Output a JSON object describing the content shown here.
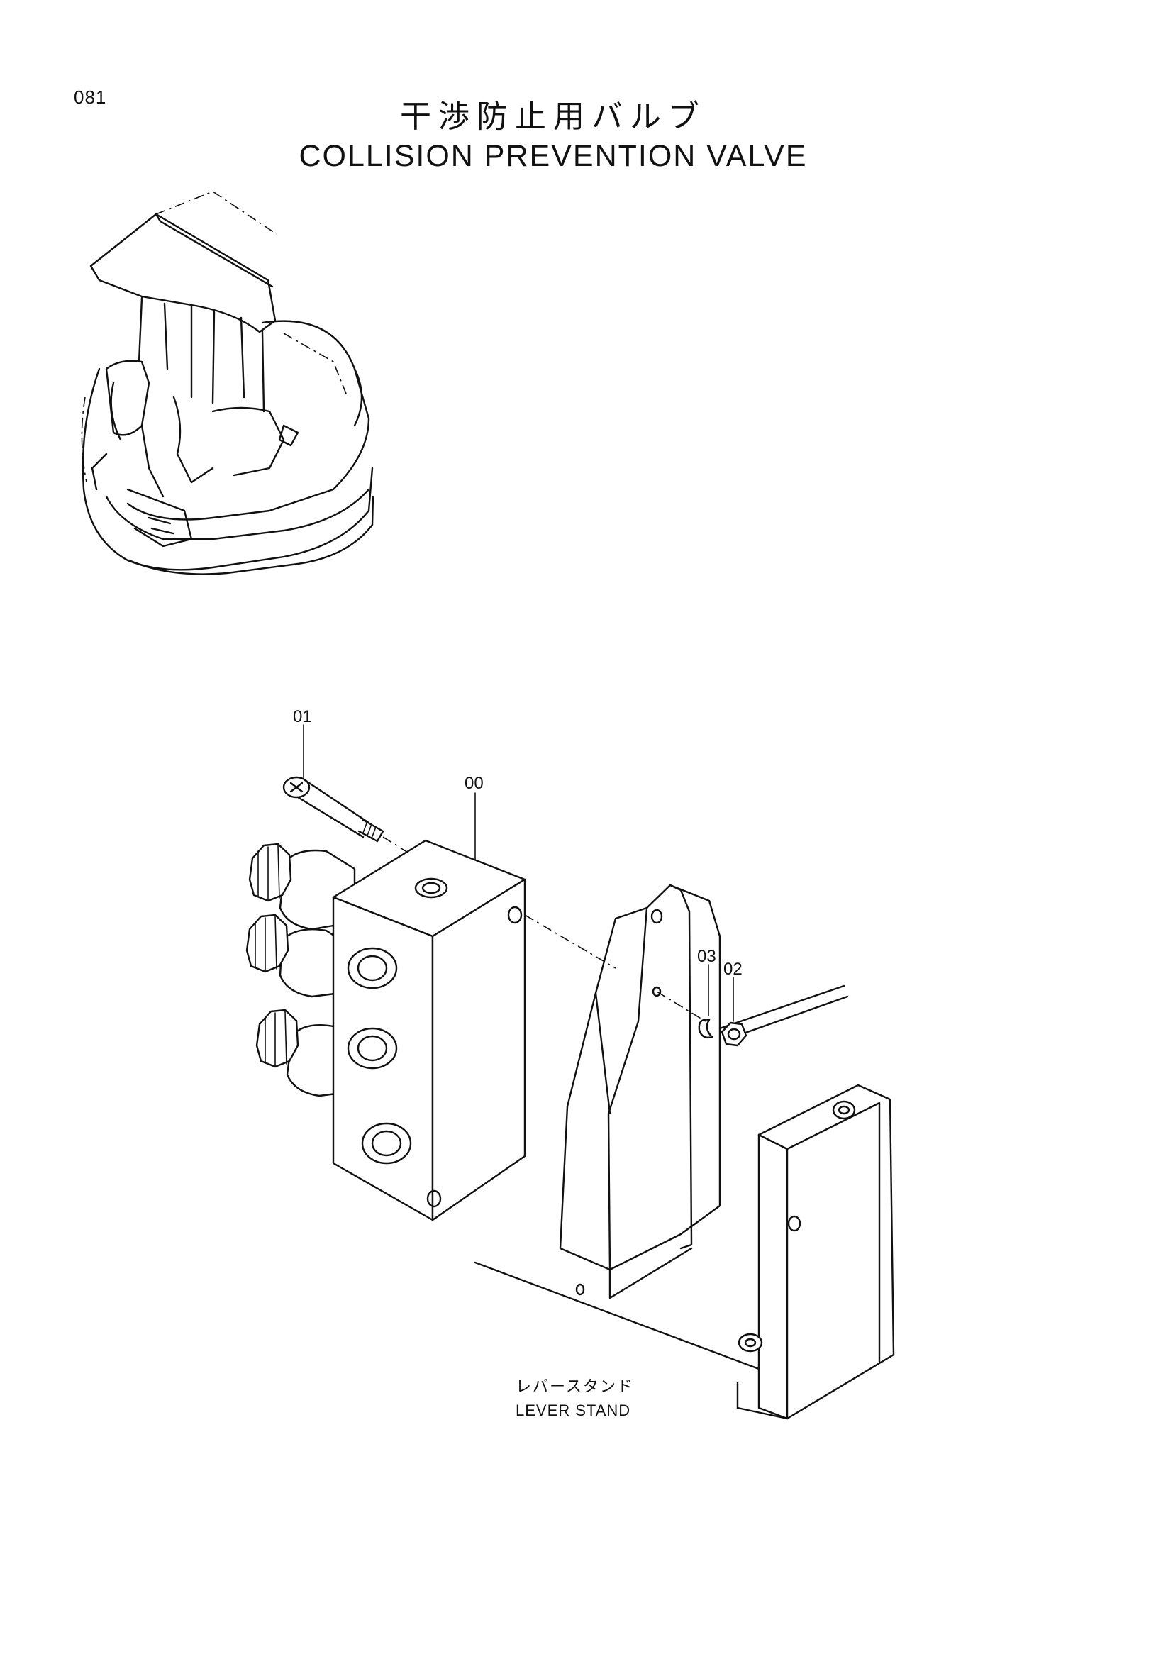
{
  "page": {
    "number": "081",
    "title_jp": "干渉防止用バルブ",
    "title_en": "COLLISION PREVENTION VALVE"
  },
  "callouts": [
    {
      "id": "00"
    },
    {
      "id": "01"
    },
    {
      "id": "02"
    },
    {
      "id": "03"
    }
  ],
  "caption": {
    "jp": "レバースタンド",
    "en": "LEVER STAND"
  }
}
